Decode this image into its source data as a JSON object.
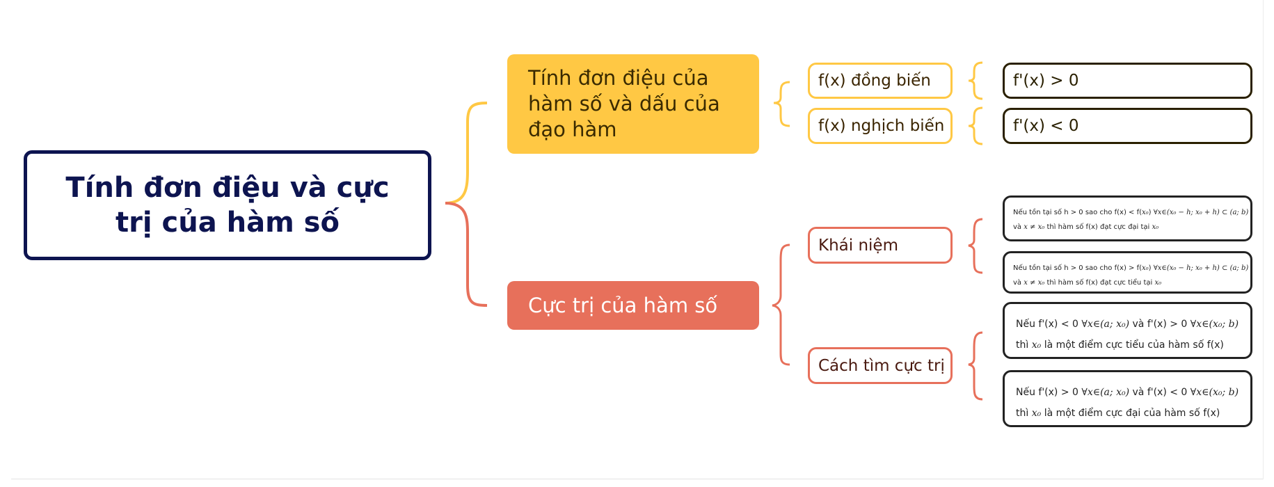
{
  "colors": {
    "root_border": "#0d1450",
    "branch_yellow": "#ffc844",
    "branch_orange": "#e7705b"
  },
  "root": {
    "label": "Tính đơn điệu và cực trị của hàm số"
  },
  "branches": [
    {
      "label": "Tính đơn điệu của hàm số và dấu của đạo hàm",
      "children": [
        {
          "label": "f(x) đồng biến",
          "detail": "f'(x) > 0"
        },
        {
          "label": "f(x) nghịch biến",
          "detail": "f'(x) < 0"
        }
      ]
    },
    {
      "label": "Cực trị của hàm số",
      "children": [
        {
          "label": "Khái niệm",
          "details": [
            {
              "line1_text": "Nếu tồn tại số h > 0 sao cho f(x) < f(",
              "line1_math1": "x₀",
              "line1_text2": ")",
              "line1_math2": "∀x∈(x₀ − h; x₀ + h) ⊂ (a; b)",
              "line2_text1": "và",
              "line2_math1": "x ≠ x₀",
              "line2_text2": "thì hàm số f(x) đạt cực đại tại",
              "line2_math2": "x₀"
            },
            {
              "line1_text": "Nếu tồn tại số h > 0 sao cho f(x) > f(",
              "line1_math1": "x₀",
              "line1_text2": ")",
              "line1_math2": "∀x∈(x₀ − h; x₀ + h) ⊂ (a; b)",
              "line2_text1": "và",
              "line2_math1": "x ≠ x₀",
              "line2_text2": "thì hàm số f(x) đạt cực tiểu tại",
              "line2_math2": "x₀"
            }
          ]
        },
        {
          "label": "Cách tìm cực trị",
          "details": [
            {
              "line1_a": "Nếu f'(x) < 0",
              "line1_m1": "∀x∈(a; x₀)",
              "line1_b": "và f'(x) > 0",
              "line1_m2": "∀x∈(x₀; b)",
              "line2_a": "thì",
              "line2_m": "x₀",
              "line2_b": "là một điểm cực tiểu của hàm số f(x)"
            },
            {
              "line1_a": "Nếu f'(x) > 0",
              "line1_m1": "∀x∈(a; x₀)",
              "line1_b": "và f'(x) < 0",
              "line1_m2": "∀x∈(x₀; b)",
              "line2_a": "thì",
              "line2_m": "x₀",
              "line2_b": "là một điểm cực đại của hàm số f(x)"
            }
          ]
        }
      ]
    }
  ]
}
